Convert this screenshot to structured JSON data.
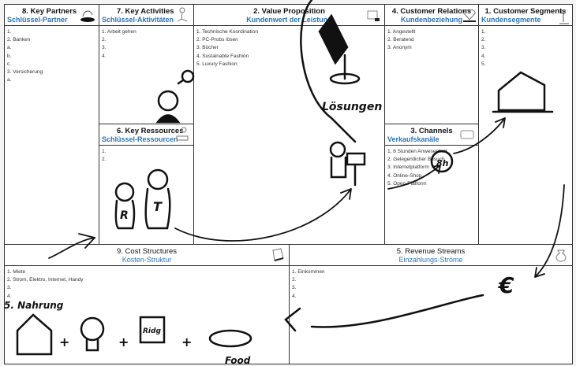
{
  "blocks": {
    "key_partners": {
      "title": "8. Key Partners",
      "subtitle": "Schlüssel-Partner",
      "items": [
        "1.",
        "2. Banken",
        "a.",
        "b.",
        "c.",
        "3. Versicherung",
        "a."
      ]
    },
    "key_activities": {
      "title": "7. Key Activities",
      "subtitle": "Schlüssel-Aktivitäten",
      "items": [
        "1. Arbeit gehen",
        "2.",
        "3.",
        "4."
      ]
    },
    "key_resources": {
      "title": "6. Key Ressources",
      "subtitle": "Schlüssel-Ressourcen",
      "items": [
        "1.",
        "2."
      ]
    },
    "value_proposition": {
      "title": "2. Value Proposition",
      "subtitle": "Kundenwert der Leistung",
      "items": [
        "1. Technische Koordination",
        "2. PC-Probs lösen",
        "3. Bücher",
        "4. Sustainable Fashion",
        "5. Luxury Fashion"
      ]
    },
    "customer_relations": {
      "title": "4. Customer Relations",
      "subtitle": "Kundenbeziehung",
      "items": [
        "1. Angestellt",
        "2. Beratend",
        "3. Anonym"
      ]
    },
    "channels": {
      "title": "3. Channels",
      "subtitle": "Verkaufskanäle",
      "items": [
        "1. 8 Stunden Anwesenheit",
        "2. Gelegentlicher Besuch",
        "3. Internetplatform",
        "4. Online-Shop",
        "5. Open-Platform"
      ]
    },
    "customer_segments": {
      "title": "1. Customer Segments",
      "subtitle": "Kundensegmente",
      "items": [
        "1.",
        "2.",
        "3.",
        "4.",
        "5."
      ]
    },
    "cost_structures": {
      "title": "9. Cost Structures",
      "subtitle": "Kosten-Struktur",
      "items": [
        "1. Miete",
        "2. Strom, Elektro, Internet, Handy",
        "3.",
        "4."
      ]
    },
    "revenue_streams": {
      "title": "5. Revenue Streams",
      "subtitle": "Einzahlungs-Ströme",
      "items": [
        "1. Einkommen",
        "2.",
        "3.",
        "4."
      ]
    }
  },
  "sketch_labels": {
    "loesungen": "Lösungen",
    "nahrung": "5. Nahrung",
    "food": "Food",
    "euro": "€",
    "clock": "8h",
    "r": "R",
    "t": "T",
    "ridg": "Ridg"
  }
}
